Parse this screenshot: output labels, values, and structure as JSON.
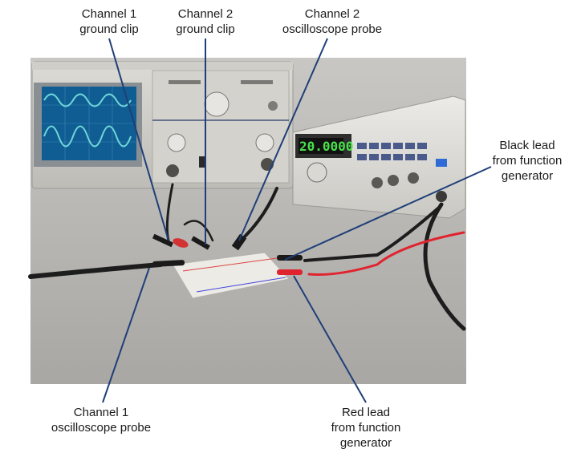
{
  "labels": {
    "ch1_ground": [
      "Channel 1",
      "ground clip"
    ],
    "ch2_ground": [
      "Channel 2",
      "ground clip"
    ],
    "ch2_probe": [
      "Channel 2",
      "oscilloscope probe"
    ],
    "black_lead": [
      "Black lead",
      "from function",
      "generator"
    ],
    "ch1_probe": [
      "Channel 1",
      "oscilloscope probe"
    ],
    "red_lead": [
      "Red lead",
      "from function",
      "generator"
    ]
  },
  "function_generator": {
    "display_value": "20.0000"
  },
  "colors": {
    "background": "#b9b7b4",
    "leader_line": "#1f3f78",
    "red_lead": "#e0242f",
    "display_green": "#48e04a",
    "scope_trace": "#6fd7d8"
  }
}
